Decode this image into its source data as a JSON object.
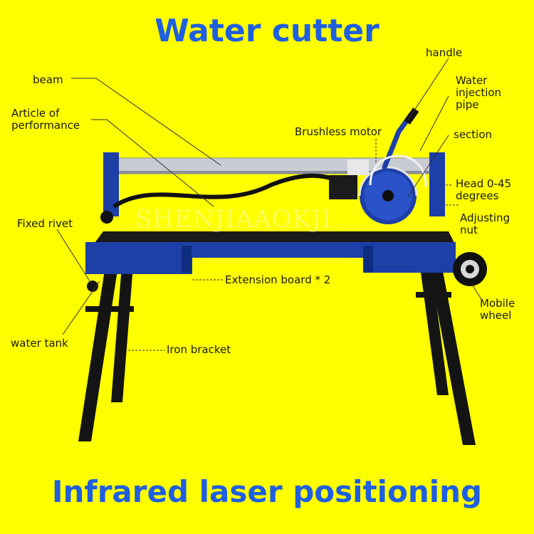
{
  "title": "Water cutter",
  "subtitle": "Infrared laser positioning",
  "watermark": "SHENJIAAOKJI",
  "labels": {
    "beam": "beam",
    "article": [
      "Article of",
      "performance"
    ],
    "brushless_motor": "Brushless motor",
    "handle": "handle",
    "water_pipe": [
      "Water",
      "injection",
      "pipe"
    ],
    "section": "section",
    "head": [
      "Head 0-45",
      "degrees"
    ],
    "adjusting_nut": [
      "Adjusting",
      "nut"
    ],
    "fixed_rivet": "Fixed rivet",
    "extension_board": "Extension board * 2",
    "mobile_wheel": [
      "Mobile",
      "wheel"
    ],
    "water_tank": "water tank",
    "iron_bracket": "Iron bracket"
  },
  "colors": {
    "background": "#ffff00",
    "title": "#1f5fe0",
    "machine_blue": "#1d3fa8",
    "legs": "#141414",
    "rail": "#c9ccd2"
  }
}
